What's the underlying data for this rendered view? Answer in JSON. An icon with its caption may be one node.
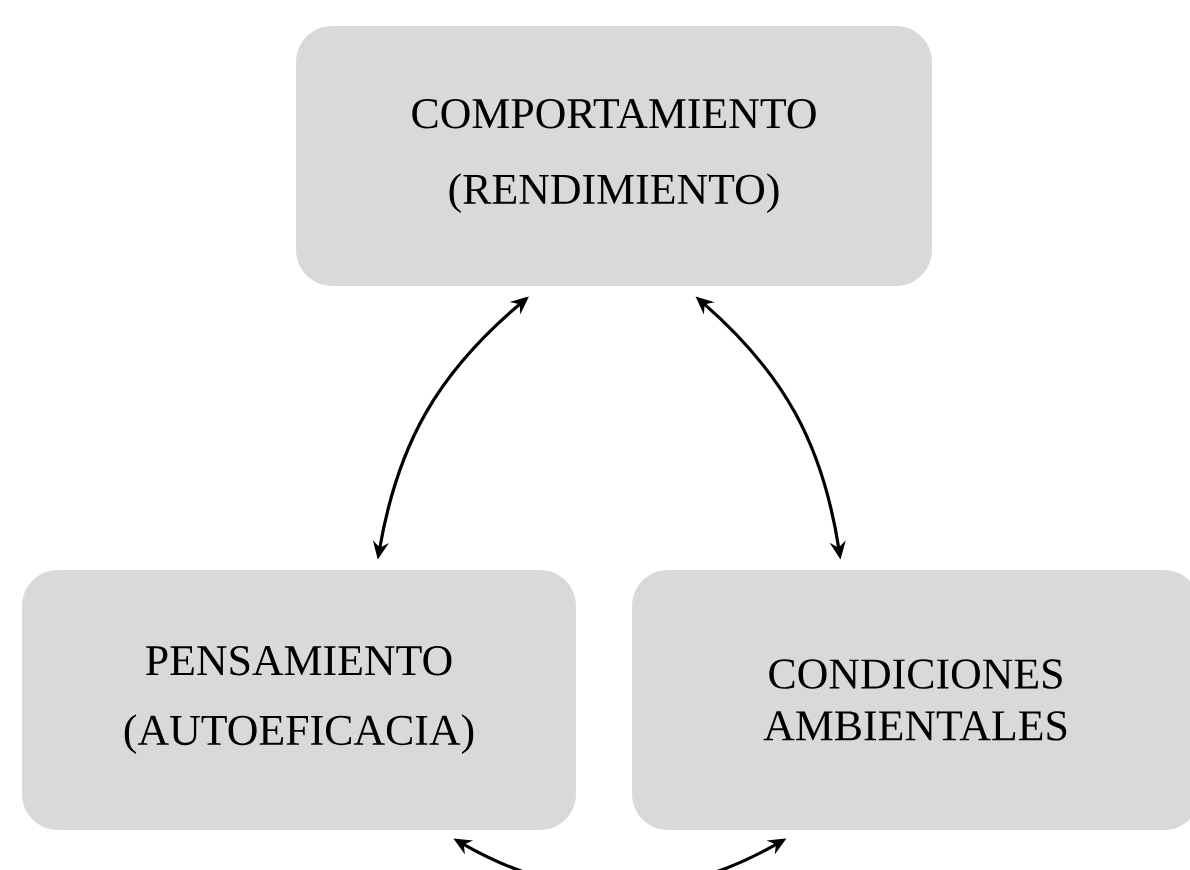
{
  "diagram": {
    "nodes": [
      {
        "text": [
          "COMPORTAMIENTO (RENDIMIENTO)"
        ]
      },
      {
        "text": [
          "PENSAMIENTO (AUTOEFICACIA)"
        ]
      },
      {
        "text": [
          "CONDICIONES AMBIENTALES"
        ]
      }
    ],
    "edges": [
      {
        "from": 0,
        "to": 1,
        "arrow": "both"
      },
      {
        "from": 0,
        "to": 2,
        "arrow": "both"
      },
      {
        "from": 1,
        "to": 2,
        "arrow": "both"
      }
    ]
  }
}
